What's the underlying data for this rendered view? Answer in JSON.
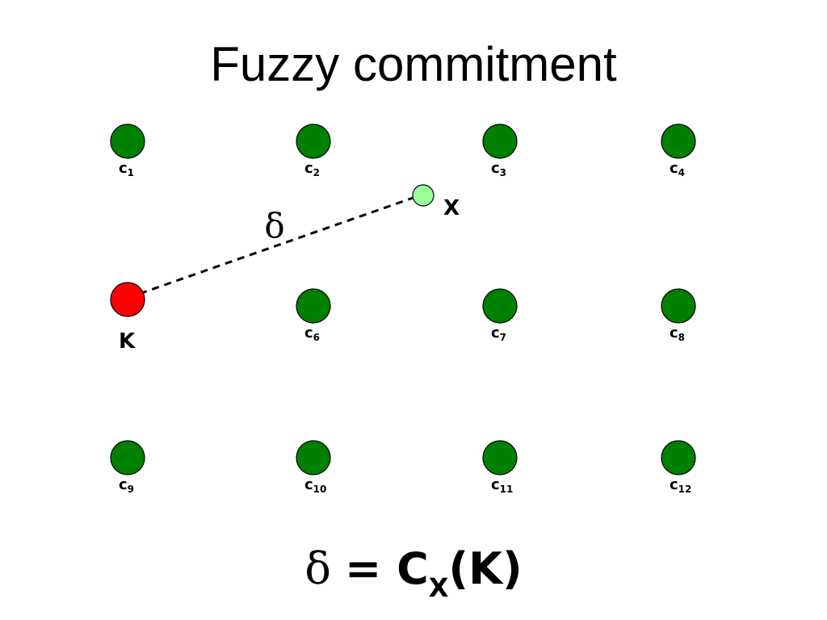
{
  "slide": {
    "title": "Fuzzy commitment"
  },
  "diagram": {
    "codewords": [
      {
        "id": "c1",
        "base": "c",
        "sub": "1"
      },
      {
        "id": "c2",
        "base": "c",
        "sub": "2"
      },
      {
        "id": "c3",
        "base": "c",
        "sub": "3"
      },
      {
        "id": "c4",
        "base": "c",
        "sub": "4"
      },
      {
        "id": "c6",
        "base": "c",
        "sub": "6"
      },
      {
        "id": "c7",
        "base": "c",
        "sub": "7"
      },
      {
        "id": "c8",
        "base": "c",
        "sub": "8"
      },
      {
        "id": "c9",
        "base": "c",
        "sub": "9"
      },
      {
        "id": "c10",
        "base": "c",
        "sub": "10"
      },
      {
        "id": "c11",
        "base": "c",
        "sub": "11"
      },
      {
        "id": "c12",
        "base": "c",
        "sub": "12"
      }
    ],
    "key": {
      "label": "K"
    },
    "witness": {
      "label": "X"
    },
    "distance_label": "δ",
    "colors": {
      "codeword_fill": "#008000",
      "key_fill": "#ff0000",
      "witness_fill": "#99ff99",
      "outline": "#000000"
    }
  },
  "formula": {
    "lhs": "δ",
    "equals": "=",
    "c": "C",
    "sub": "X",
    "arg": "(K)"
  }
}
